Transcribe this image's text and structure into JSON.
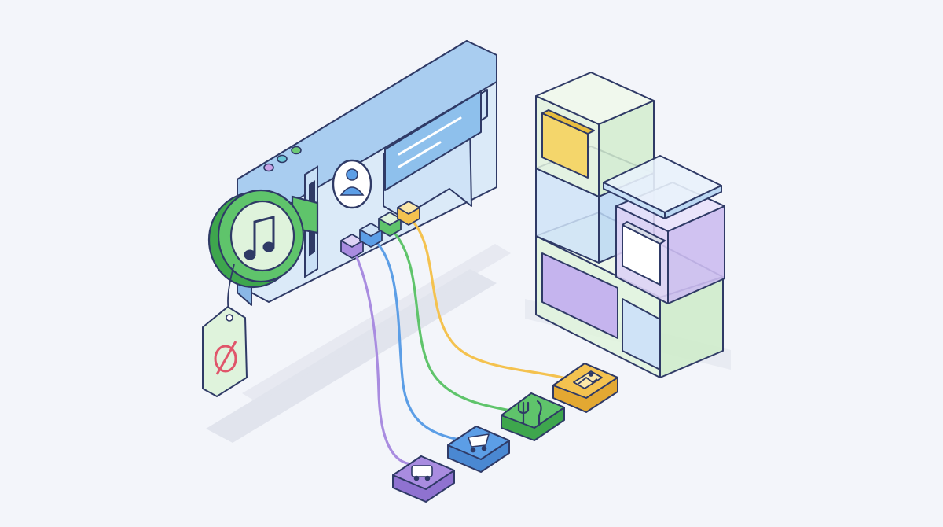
{
  "illustration": {
    "colors": {
      "background": "#f3f5fa",
      "outline": "#2f3a66",
      "panel_light": "#dbeaf8",
      "panel_blue": "#a9cdf0",
      "panel_top": "#c9e0f6",
      "bubble": "#8ec0ec",
      "green": "#5fc46b",
      "green_dark": "#3ea64d",
      "green_light": "#dff3dc",
      "purple": "#a98ce0",
      "purple_light": "#ddd2f5",
      "blue": "#5c9ee6",
      "blue_light": "#cfe3f7",
      "yellow": "#f4c24f",
      "yellow_light": "#fbe7a8",
      "red": "#e0556a",
      "shadow": "#e1e4ed"
    },
    "browser_dots": [
      "#c9a2e6",
      "#6bc6d6",
      "#6cc975"
    ],
    "cables": [
      {
        "name": "purple-cable",
        "color": "#a98ce0",
        "icon": "bus-icon"
      },
      {
        "name": "blue-cable",
        "color": "#5c9ee6",
        "icon": "shopping-cart-icon"
      },
      {
        "name": "green-cable",
        "color": "#5fc46b",
        "icon": "fork-knife-icon"
      },
      {
        "name": "yellow-cable",
        "color": "#f4c24f",
        "icon": "image-icon"
      }
    ],
    "media_badge_icon": "music-note-icon",
    "price_tag_icon": "empty-set-icon",
    "avatar_icon": "user-icon"
  }
}
